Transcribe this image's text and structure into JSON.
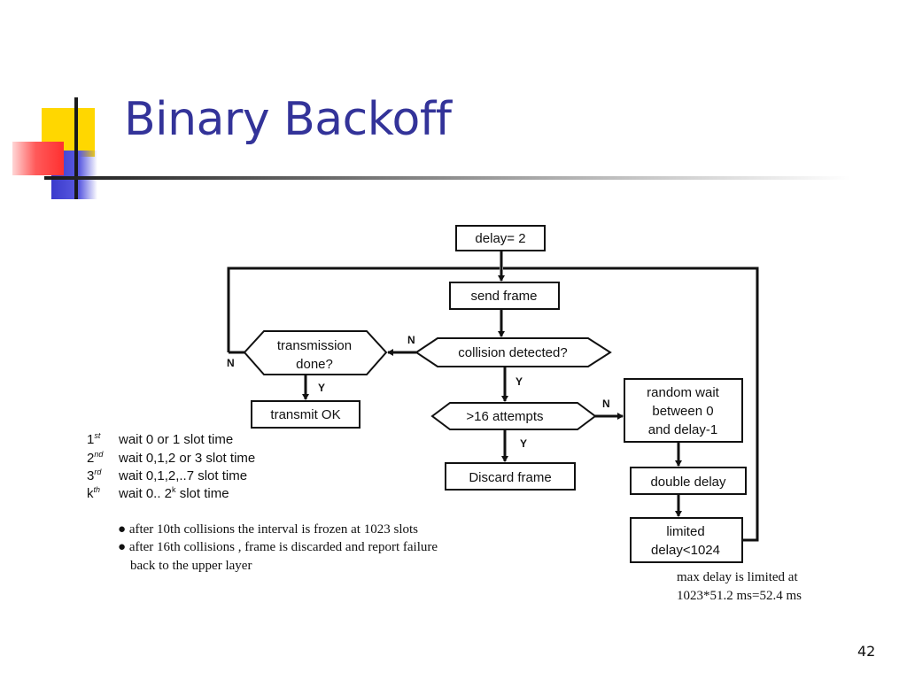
{
  "slide": {
    "title": "Binary Backoff",
    "page_number": "42"
  },
  "flowchart": {
    "delay_init": "delay= 2",
    "send_frame": "send frame",
    "collision_detected": "collision detected?",
    "transmission_done_1": "transmission",
    "transmission_done_2": "done?",
    "transmit_ok": "transmit OK",
    "attempts_check": ">16 attempts",
    "discard_frame": "Discard frame",
    "random_wait_1": "random wait",
    "random_wait_2": "between 0",
    "random_wait_3": "and delay-1",
    "double_delay": "double delay",
    "limited_1": "limited",
    "limited_2": "delay<1024",
    "label_n_collision": "N",
    "label_n_transmission": "N",
    "label_y_transmission": "Y",
    "label_y_collision": "Y",
    "label_n_attempts": "N",
    "label_y_attempts": "Y"
  },
  "attempts_list": [
    {
      "ord": "1",
      "sup": "st",
      "text": "wait 0 or 1 slot time"
    },
    {
      "ord": "2",
      "sup": "nd",
      "text": "wait 0,1,2 or 3 slot time"
    },
    {
      "ord": "3",
      "sup": "rd",
      "text": "wait 0,1,2,..7 slot time"
    },
    {
      "ord": "k",
      "sup": "th",
      "text": "wait 0.. 2",
      "text_sup": "k",
      "text_tail": " slot time"
    }
  ],
  "bullets": {
    "b1": "after 10th  collisions the interval  is frozen at 1023 slots",
    "b2": "after 16th  collisions , frame is discarded and report failure",
    "b2_cont": "back to the upper layer"
  },
  "note": {
    "line1": "max delay is limited at",
    "line2": "1023*51.2 ms=52.4 ms"
  }
}
